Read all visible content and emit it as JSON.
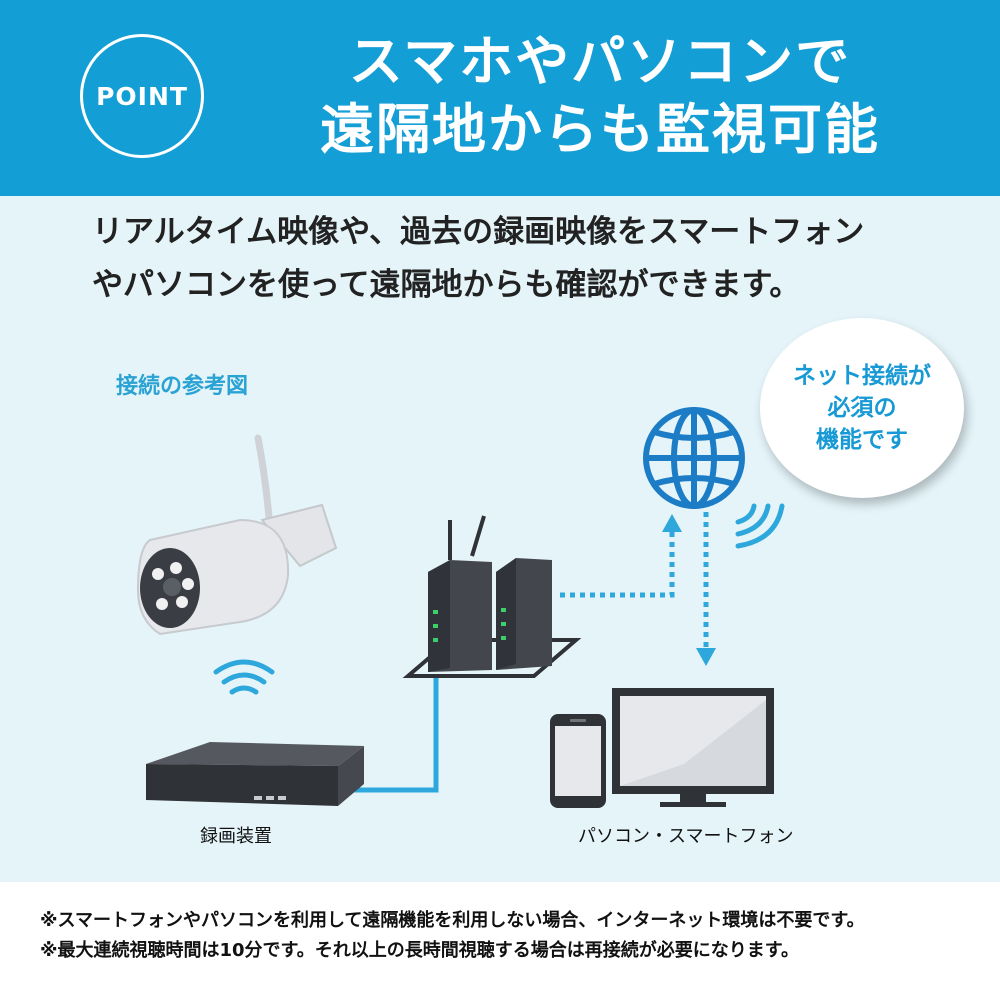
{
  "header": {
    "badge": "POINT",
    "title_line1": "スマホやパソコンで",
    "title_line2": "遠隔地からも監視可能"
  },
  "description": {
    "line1": "リアルタイム映像や、過去の録画映像をスマートフォン",
    "line2": "やパソコンを使って遠隔地からも確認ができます。"
  },
  "diagram": {
    "label": "接続の参考図",
    "bubble": {
      "line1": "ネット接続が",
      "line2": "必須の",
      "line3": "機能です"
    },
    "recorder_caption": "録画装置",
    "pc_caption": "パソコン・スマートフォン",
    "icons": [
      "camera-icon",
      "wifi-icon",
      "recorder-icon",
      "router-icon",
      "globe-icon",
      "smartphone-icon",
      "monitor-icon"
    ]
  },
  "notes": {
    "line1": "※スマートフォンやパソコンを利用して遠隔機能を利用しない場合、インターネット環境は不要です。",
    "line2": "※最大連続視聴時間は10分です。それ以上の長時間視聴する場合は再接続が必要になります。"
  },
  "colors": {
    "accent": "#139ed6",
    "panel": "#e4f4f9",
    "line": "#2ea7dc"
  }
}
